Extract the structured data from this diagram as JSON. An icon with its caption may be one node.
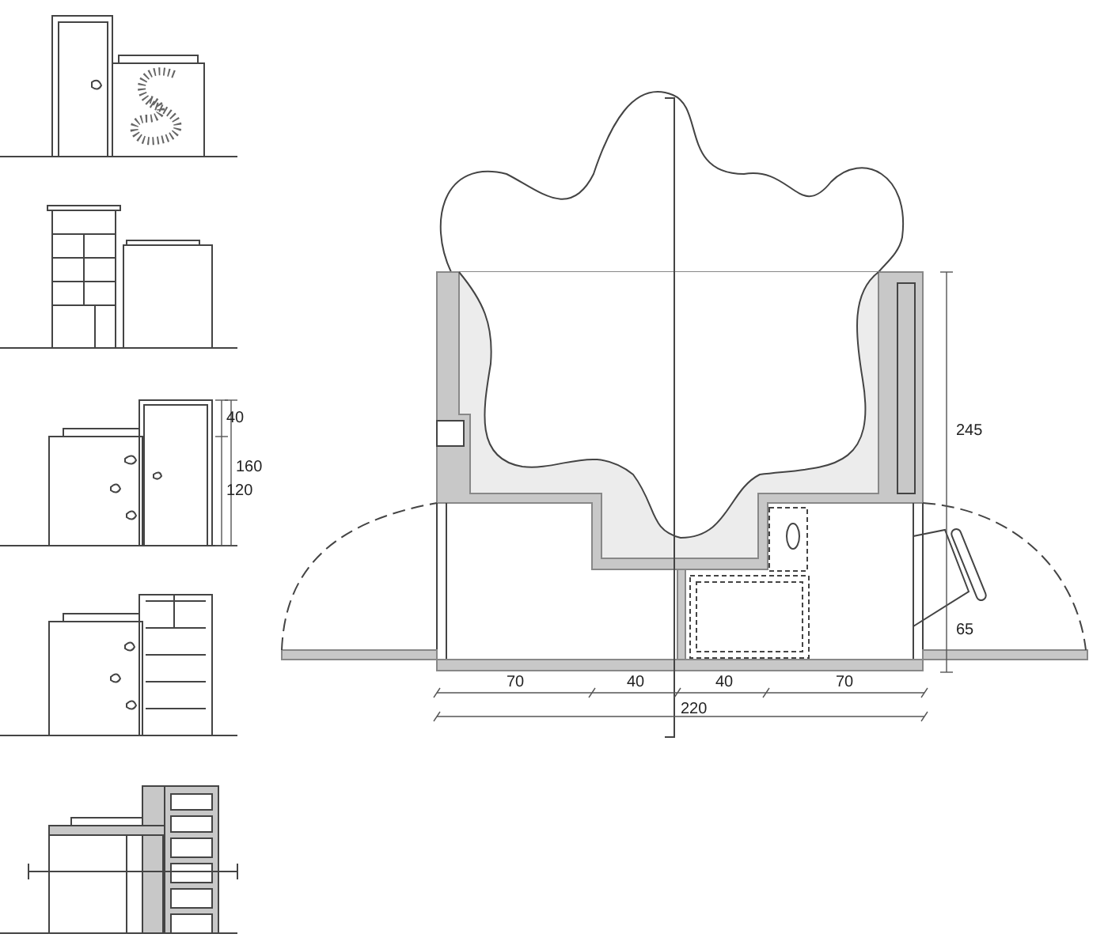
{
  "diagram": {
    "labels": [
      "40",
      "160",
      "120",
      "245",
      "65",
      "70",
      "40",
      "40",
      "70",
      "220"
    ]
  }
}
